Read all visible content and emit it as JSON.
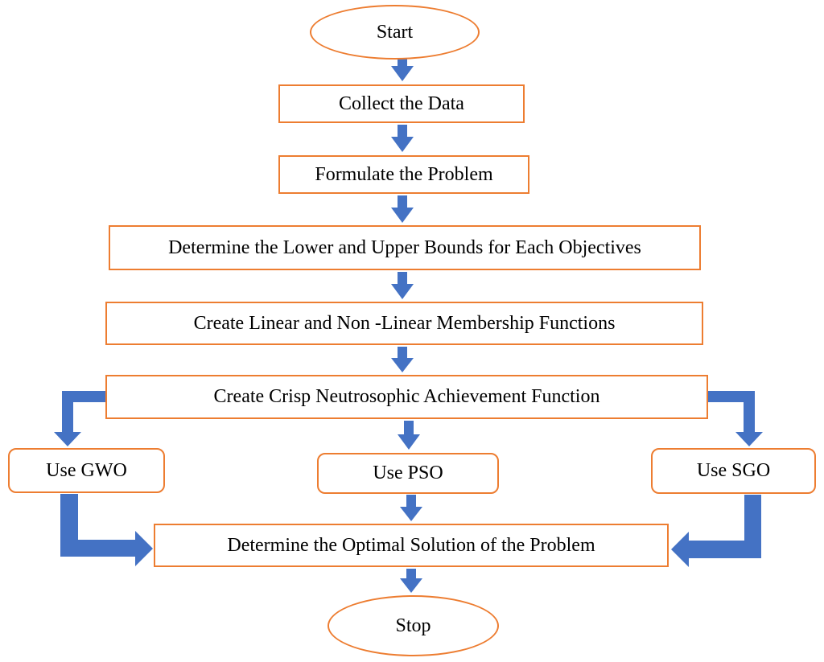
{
  "diagram": {
    "nodes": {
      "start": "Start",
      "collect": "Collect the Data",
      "formulate": "Formulate the Problem",
      "bounds": "Determine the Lower and Upper Bounds for Each Objectives",
      "membership": "Create Linear and Non -Linear Membership Functions",
      "achievement": "Create Crisp Neutrosophic Achievement Function",
      "gwo": "Use GWO",
      "pso": "Use PSO",
      "sgo": "Use SGO",
      "optimal": "Determine the Optimal Solution of the Problem",
      "stop": "Stop"
    },
    "colors": {
      "node_border": "#ED7D31",
      "arrow": "#4472C4",
      "text": "#000000"
    }
  }
}
